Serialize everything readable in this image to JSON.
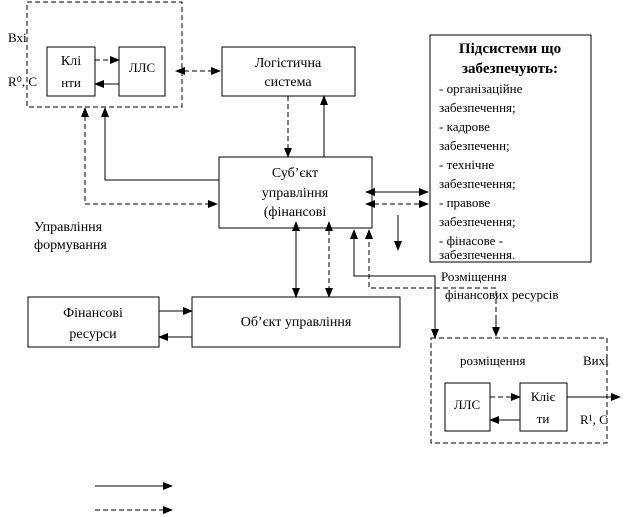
{
  "top_group": {
    "input_label": "Вхі",
    "input_value": "R⁰, C",
    "clients": [
      "Клі",
      "нти"
    ],
    "lls": "ЛЛС"
  },
  "logistics": [
    "Логістична",
    "система"
  ],
  "subject": [
    "Суб’єкт",
    "управління",
    "(фінансові"
  ],
  "subsystems": {
    "title": [
      "Підсистеми що",
      "забезпечують:"
    ],
    "items": [
      "- організаційне",
      "забезпечення;",
      "- кадрове",
      "забезпеченн;",
      "- технічне",
      "забезпечення;",
      "- правове",
      "забезпечення;",
      "- фінасове -",
      "забезпечення."
    ]
  },
  "left_label": [
    "Управління",
    "формування"
  ],
  "placement_label": [
    "Розміщення",
    "фінансових ресурсів"
  ],
  "fin_resources": [
    "Фінансові",
    "ресурси"
  ],
  "object": "Об’єкт управління",
  "bottom_group": {
    "title": "розміщення",
    "output_label": "Вихі",
    "output_value": "R¹, C",
    "lls": "ЛЛС",
    "clients": [
      "Кліє",
      "ти"
    ]
  }
}
